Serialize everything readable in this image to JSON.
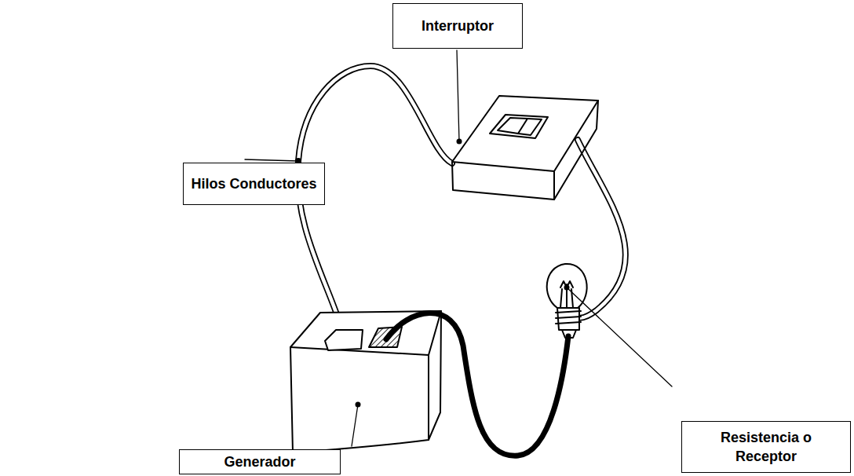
{
  "diagram": {
    "nodes": [
      {
        "text": [
          "Interruptor"
        ]
      },
      {
        "text": [
          "Hilos Conductores"
        ]
      },
      {
        "text": [
          "Resistencia o Receptor"
        ]
      },
      {
        "text": [
          "Generador"
        ]
      }
    ]
  }
}
